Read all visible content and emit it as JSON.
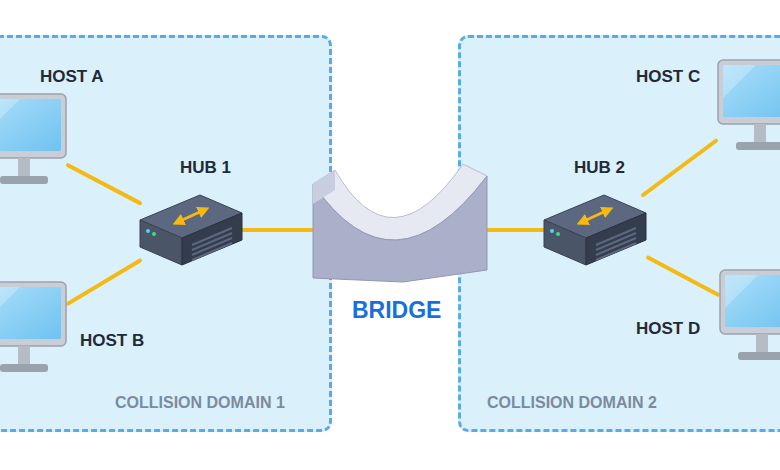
{
  "diagram": {
    "nodes": [
      {
        "text": [
          "COLLISION DOMAIN 1"
        ]
      },
      {
        "text": [
          "HOST A"
        ],
        "in": 0
      },
      {
        "text": [
          "HUB 1"
        ],
        "in": 0
      },
      {
        "text": [
          "HOST B"
        ],
        "in": 0
      },
      {
        "text": [
          "BRIDGE"
        ]
      },
      {
        "text": [
          "COLLISION DOMAIN 2"
        ]
      },
      {
        "text": [
          "HOST C"
        ],
        "in": 5
      },
      {
        "text": [
          "HUB 2"
        ],
        "in": 5
      },
      {
        "text": [
          "HOST D"
        ],
        "in": 5
      }
    ],
    "edges": [
      {
        "from": 1,
        "to": 2,
        "arrow": "none"
      },
      {
        "from": 3,
        "to": 2,
        "arrow": "none"
      },
      {
        "from": 2,
        "to": 4,
        "arrow": "none"
      },
      {
        "from": 4,
        "to": 7,
        "arrow": "none"
      },
      {
        "from": 7,
        "to": 6,
        "arrow": "none"
      },
      {
        "from": 7,
        "to": 8,
        "arrow": "none"
      }
    ]
  }
}
